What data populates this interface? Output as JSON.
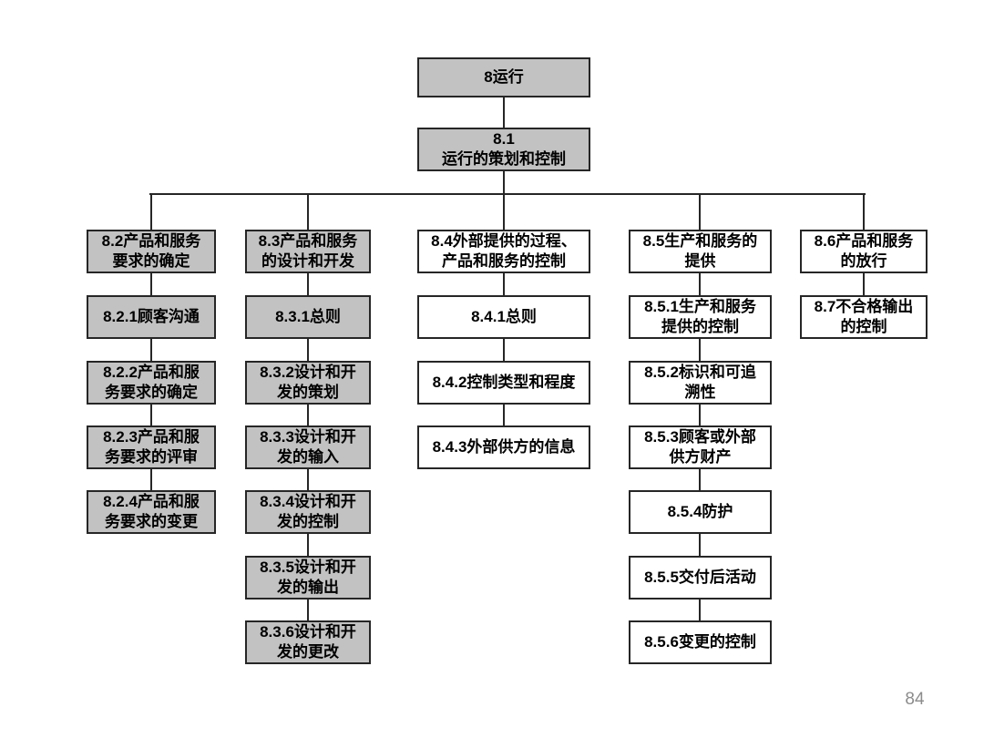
{
  "page_number": "84",
  "colors": {
    "box_fill_grey": "#c2c2c2",
    "box_fill_white": "#ffffff",
    "box_border": "#262626",
    "connector_line": "#262626",
    "page_number_color": "#8c8c8c"
  },
  "diagram": {
    "root_label": "8运行",
    "planning_label": "8.1\n运行的策划和控制",
    "columns": [
      {
        "id": "col-8-2",
        "items": [
          "8.2产品和服务\n要求的确定",
          "8.2.1顾客沟通",
          "8.2.2产品和服\n务要求的确定",
          "8.2.3产品和服\n务要求的评审",
          "8.2.4产品和服\n务要求的变更"
        ]
      },
      {
        "id": "col-8-3",
        "items": [
          "8.3产品和服务\n的设计和开发",
          "8.3.1总则",
          "8.3.2设计和开\n发的策划",
          "8.3.3设计和开\n发的输入",
          "8.3.4设计和开\n发的控制",
          "8.3.5设计和开\n发的输出",
          "8.3.6设计和开\n发的更改"
        ]
      },
      {
        "id": "col-8-4",
        "items": [
          "8.4外部提供的过程、\n产品和服务的控制",
          "8.4.1总则",
          "8.4.2控制类型和程度",
          "8.4.3外部供方的信息"
        ]
      },
      {
        "id": "col-8-5",
        "items": [
          "8.5生产和服务的\n提供",
          "8.5.1生产和服务\n提供的控制",
          "8.5.2标识和可追\n溯性",
          "8.5.3顾客或外部\n供方财产",
          "8.5.4防护",
          "8.5.5交付后活动",
          "8.5.6变更的控制"
        ]
      },
      {
        "id": "col-8-6-8-7",
        "items": [
          "8.6产品和服务\n的放行",
          "8.7不合格输出\n的控制"
        ]
      }
    ]
  }
}
